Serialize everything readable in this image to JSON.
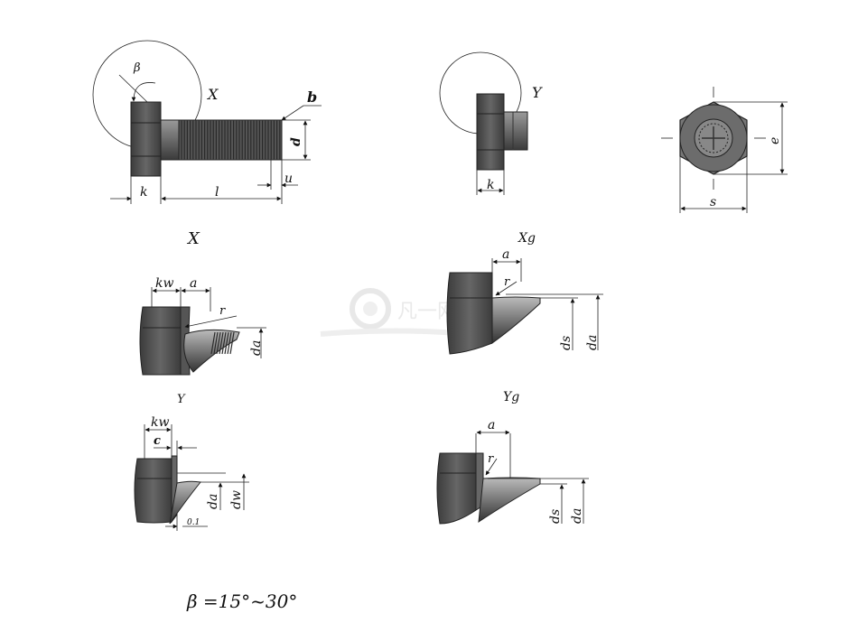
{
  "views": {
    "x": {
      "detail_label": "X",
      "beta_label": "β",
      "b_label": "b",
      "d_label": "d",
      "k_label": "k",
      "l_label": "l",
      "u_label": "u"
    },
    "y": {
      "detail_label": "Y",
      "k_label": "k"
    },
    "end": {
      "e_label": "e",
      "s_label": "s"
    }
  },
  "details": {
    "x": {
      "title": "X",
      "kw_label": "kw",
      "a_label": "a",
      "r_label": "r",
      "da_label": "da"
    },
    "xg": {
      "title": "Xg",
      "a_label": "a",
      "r_label": "r",
      "ds_label": "ds",
      "da_label": "da"
    },
    "y": {
      "title": "Y",
      "kw_label": "kw",
      "c_label": "c",
      "da_label": "da",
      "dw_label": "dw",
      "tol_label": "0.1"
    },
    "yg": {
      "title": "Yg",
      "a_label": "a",
      "r_label": "r",
      "ds_label": "ds",
      "da_label": "da"
    }
  },
  "formula": "β =15°~30°",
  "watermark": "凡一网校"
}
